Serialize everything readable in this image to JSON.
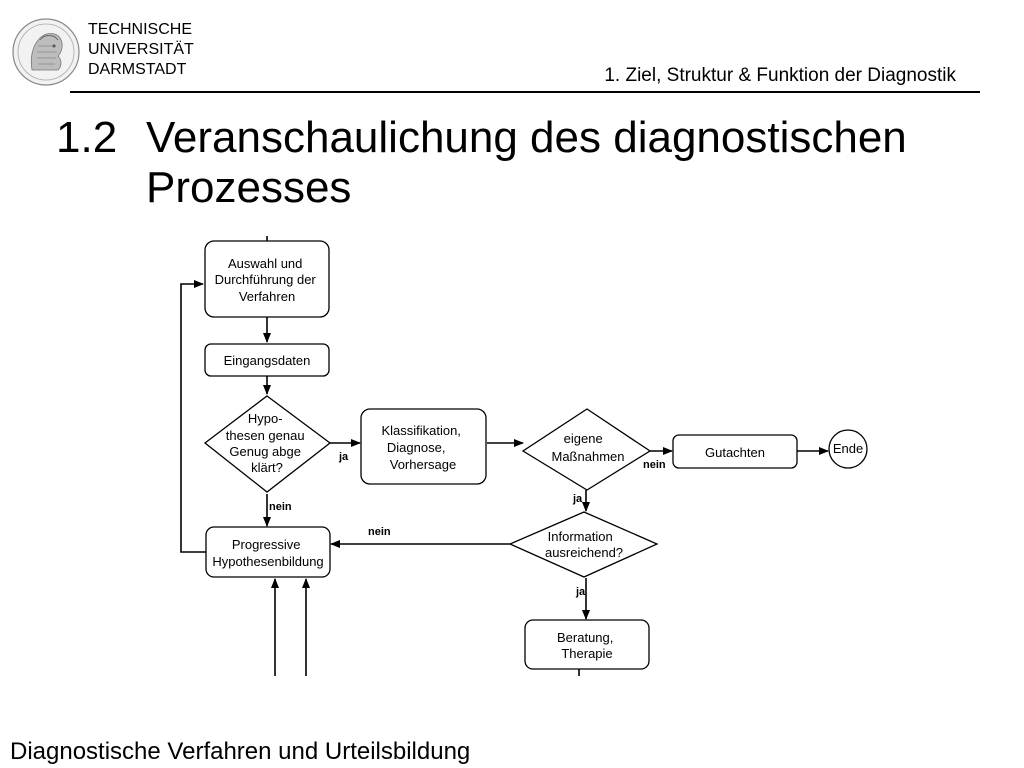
{
  "header": {
    "logo_lines": [
      "TECHNISCHE",
      "UNIVERSITÄT",
      "DARMSTADT"
    ],
    "section": "1. Ziel, Struktur & Funktion der Diagnostik"
  },
  "title": {
    "number": "1.2",
    "line1": "Veranschaulichung des diagnostischen",
    "line2": "Prozesses"
  },
  "diagram": {
    "nodes": {
      "auswahl": [
        "Auswahl und",
        "Durchführung der",
        "Verfahren"
      ],
      "eingang": [
        "Eingangsdaten"
      ],
      "hypo": [
        "Hypo-",
        "thesen genau",
        "Genug abge",
        "klärt?"
      ],
      "klass": [
        "Klassifikation,",
        "Diagnose,",
        "Vorhersage"
      ],
      "eigene": [
        "eigene",
        "Maßnahmen"
      ],
      "gutachten": [
        "Gutachten"
      ],
      "ende": [
        "Ende"
      ],
      "progressive": [
        "Progressive",
        "Hypothesenbildung"
      ],
      "information": [
        "Information",
        "ausreichend?"
      ],
      "beratung": [
        "Beratung,",
        "Therapie"
      ]
    },
    "edge_labels": {
      "hypo_ja": "ja",
      "hypo_nein": "nein",
      "eigene_nein": "nein",
      "eigene_ja": "ja",
      "info_nein": "nein",
      "info_ja": "ja"
    }
  },
  "footer": {
    "text": "Diagnostische Verfahren und Urteilsbildung"
  }
}
